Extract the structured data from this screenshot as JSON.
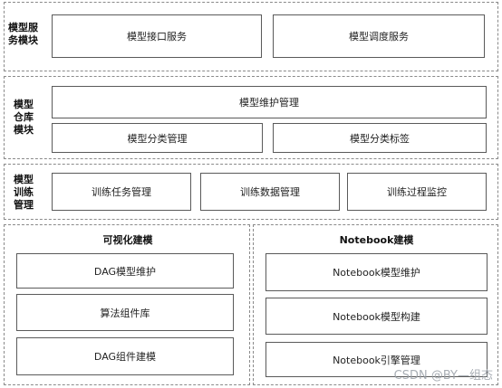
{
  "model_service": {
    "label_lines": [
      "模型服",
      "务模块"
    ],
    "boxes": [
      "模型接口服务",
      "模型调度服务"
    ]
  },
  "model_repo": {
    "label_lines": [
      "模型",
      "仓库",
      "模块"
    ],
    "top_box": "模型维护管理",
    "boxes": [
      "模型分类管理",
      "模型分类标签"
    ]
  },
  "model_training": {
    "label_lines": [
      "模型",
      "训练",
      "管理"
    ],
    "boxes": [
      "训练任务管理",
      "训练数据管理",
      "训练过程监控"
    ]
  },
  "visual_modeling": {
    "title": "可视化建模",
    "boxes": [
      "DAG模型维护",
      "算法组件库",
      "DAG组件建模"
    ]
  },
  "notebook_modeling": {
    "title": "Notebook建模",
    "boxes": [
      "Notebook模型维护",
      "Notebook模型构建",
      "Notebook引擎管理"
    ]
  },
  "watermark": "CSDN @BY—组态"
}
